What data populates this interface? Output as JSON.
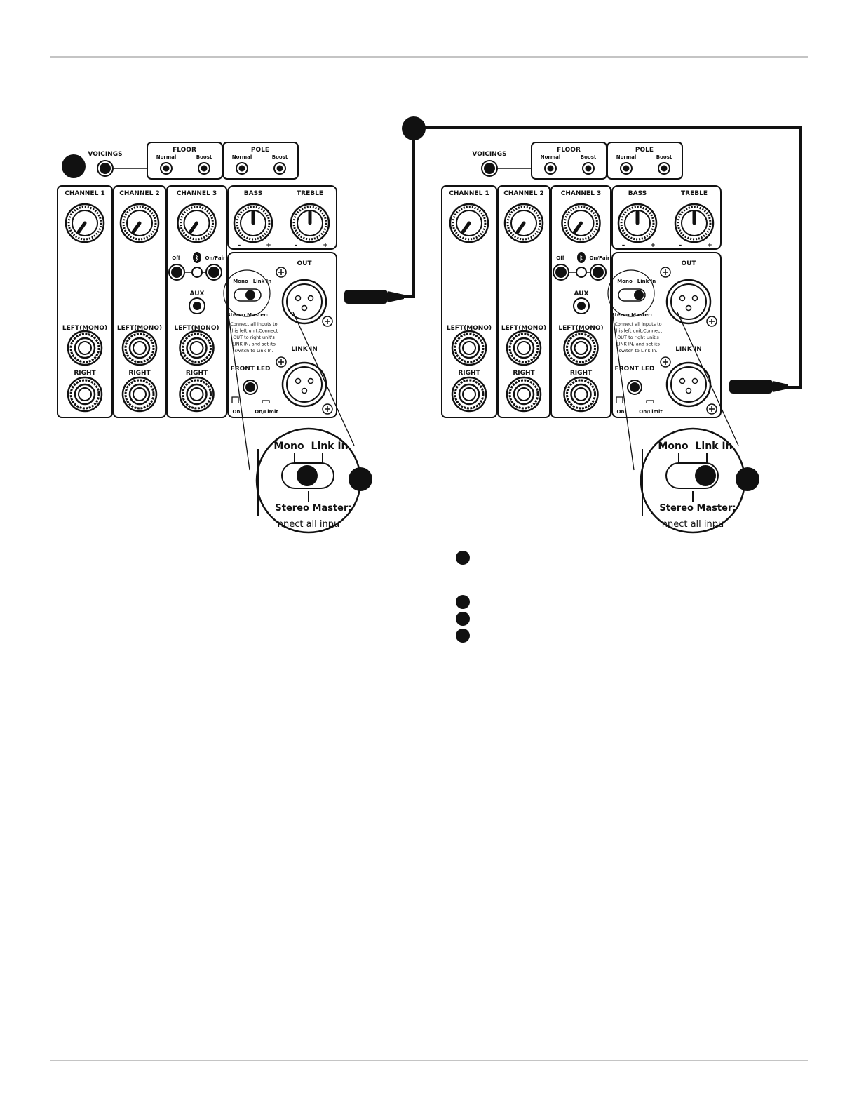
{
  "labels": {
    "voicings": "VOICINGS",
    "floor": "FLOOR",
    "pole": "POLE",
    "normal": "Normal",
    "boost": "Boost",
    "channel1": "CHANNEL 1",
    "channel2": "CHANNEL 2",
    "channel3": "CHANNEL 3",
    "bass": "BASS",
    "treble": "TREBLE",
    "minus": "–",
    "plus": "+",
    "bt_off": "Off",
    "bt_on_pair": "On/Pair",
    "bluetooth_symbol": "ᛒ",
    "aux": "AUX",
    "left_mono": "LEFT(MONO)",
    "right": "RIGHT",
    "mono": "Mono",
    "link_in_switch": "Link In",
    "stereo_master": "Stereo Master:",
    "stereo_desc": [
      "Connect all inputs to",
      "this left unit.Connect",
      "OUT to right unit's",
      "LINK IN, and set its",
      "switch to Link In."
    ],
    "out": "OUT",
    "link_in": "LINK IN",
    "front_led": "FRONT LED",
    "led_on": "On",
    "led_on_limit": "On/Limit",
    "zoom_caption": "nnect all inpu"
  },
  "icons": {
    "callout_dot": "callout-dot-icon",
    "xlr_connector": "xlr-plug-icon",
    "bluetooth": "bluetooth-icon"
  },
  "colors": {
    "ink": "#111111",
    "rule": "#888888",
    "background": "#ffffff"
  }
}
